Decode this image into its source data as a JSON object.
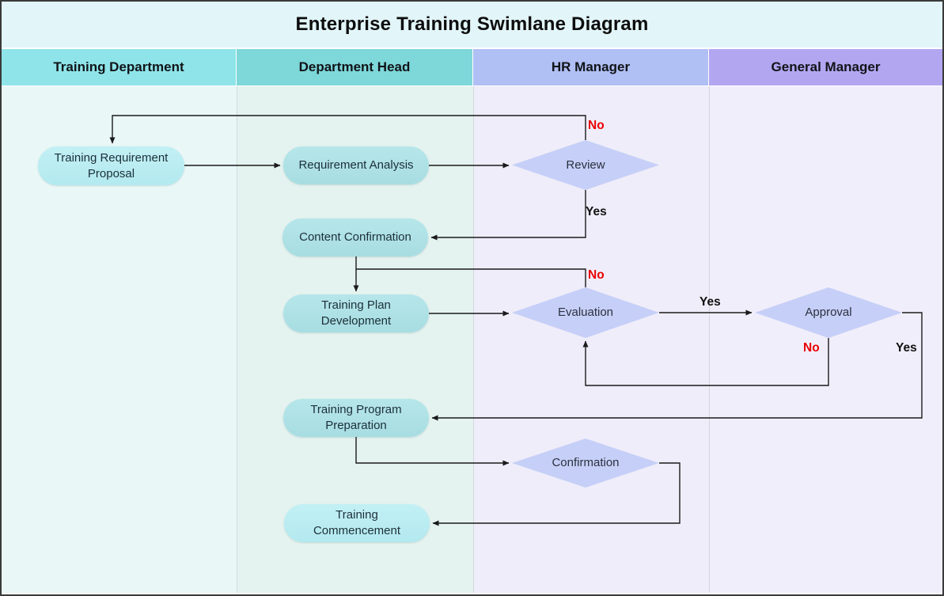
{
  "title": "Enterprise Training Swimlane Diagram",
  "lanes": [
    {
      "id": "training-department",
      "name": "Training Department",
      "header_color": "#8fe4e9",
      "body_color": "#e9f7f7"
    },
    {
      "id": "department-head",
      "name": "Department Head",
      "header_color": "#7ed7d9",
      "body_color": "#e4f3ef"
    },
    {
      "id": "hr-manager",
      "name": "HR Manager",
      "header_color": "#b0bff4",
      "body_color": "#efedf9"
    },
    {
      "id": "general-manager",
      "name": "General Manager",
      "header_color": "#b3a6f1",
      "body_color": "#f1eefb"
    }
  ],
  "nodes": {
    "trp": {
      "label": "Training Requirement Proposal",
      "type": "process",
      "lane": "Training Department"
    },
    "ra": {
      "label": "Requirement Analysis",
      "type": "process",
      "lane": "Department Head"
    },
    "review": {
      "label": "Review",
      "type": "decision",
      "lane": "HR Manager"
    },
    "cc": {
      "label": "Content Confirmation",
      "type": "process",
      "lane": "Department Head"
    },
    "tpd": {
      "label": "Training Plan Development",
      "type": "process",
      "lane": "Department Head"
    },
    "evaluation": {
      "label": "Evaluation",
      "type": "decision",
      "lane": "HR Manager"
    },
    "approval": {
      "label": "Approval",
      "type": "decision",
      "lane": "General Manager"
    },
    "tpp": {
      "label": "Training Program Preparation",
      "type": "process",
      "lane": "Department Head"
    },
    "confirmation": {
      "label": "Confirmation",
      "type": "decision",
      "lane": "HR Manager"
    },
    "tc": {
      "label": "Training Commencement",
      "type": "process",
      "lane": "Department Head"
    }
  },
  "edges": [
    {
      "from": "trp",
      "to": "ra",
      "label": ""
    },
    {
      "from": "ra",
      "to": "review",
      "label": ""
    },
    {
      "from": "review",
      "to": "trp",
      "label": "No",
      "label_color": "#ea0000"
    },
    {
      "from": "review",
      "to": "cc",
      "label": "Yes",
      "label_color": "#111111"
    },
    {
      "from": "cc",
      "to": "tpd",
      "label": ""
    },
    {
      "from": "evaluation",
      "to": "tpd",
      "label": "No",
      "label_color": "#ea0000"
    },
    {
      "from": "tpd",
      "to": "evaluation",
      "label": ""
    },
    {
      "from": "evaluation",
      "to": "approval",
      "label": "Yes",
      "label_color": "#111111"
    },
    {
      "from": "approval",
      "to": "evaluation",
      "label": "No",
      "label_color": "#ea0000"
    },
    {
      "from": "approval",
      "to": "tpp",
      "label": "Yes",
      "label_color": "#111111"
    },
    {
      "from": "tpp",
      "to": "confirmation",
      "label": ""
    },
    {
      "from": "confirmation",
      "to": "tc",
      "label": ""
    }
  ],
  "colors": {
    "title_band_bg": "#e2f5f8",
    "process_cyan_fill": "#b6ebf1",
    "process_teal_fill": "#abe0e5",
    "decision_fill": "#c6cff7",
    "edge_stroke": "#1a1a1a",
    "label_yes": "#111111",
    "label_no": "#ea0000",
    "lane_separator": "#d6d6de",
    "node_text": "#1c2f38"
  }
}
